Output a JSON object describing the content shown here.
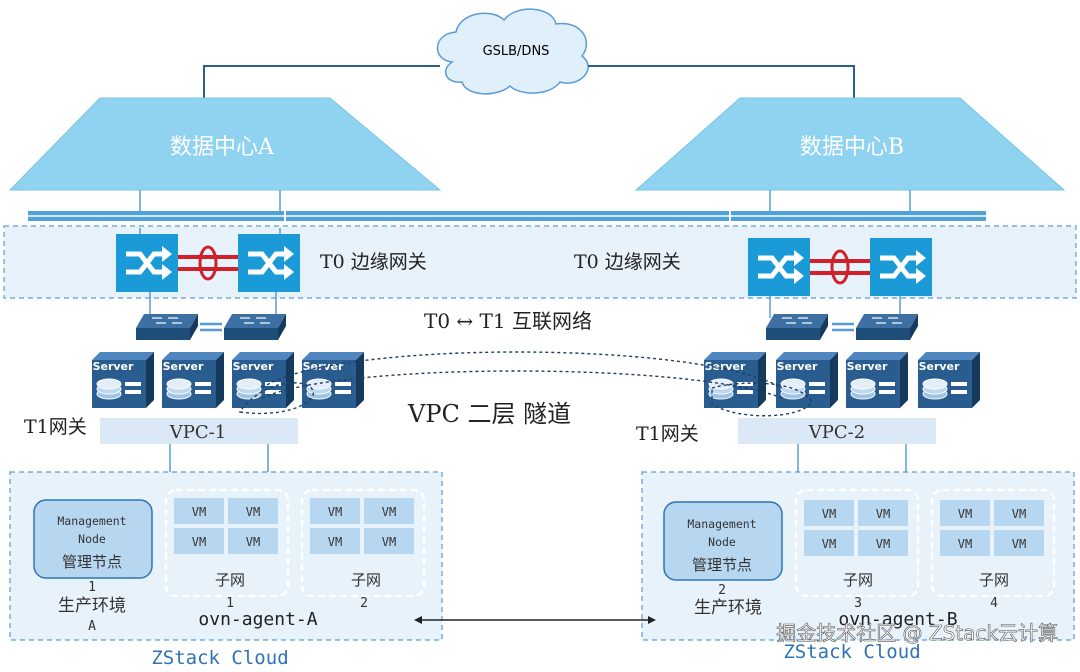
{
  "cloud_label": "GSLB/DNS",
  "dc_a": "数据中心A",
  "dc_b": "数据中心B",
  "t0_label_a": "T0 边缘网关",
  "t0_label_b": "T0 边缘网关",
  "interconnect_label": "T0 ↔ T1 互联网络",
  "tunnel_label": "VPC 二层 隧道",
  "server_label": "Server",
  "t1_label_a": "T1网关",
  "t1_label_b": "T1网关",
  "vpc_a": "VPC-1",
  "vpc_b": "VPC-2",
  "vm_label": "VM",
  "mgmt_a": {
    "line1": "Management",
    "line2": "Node",
    "line3": "管理节点"
  },
  "mgmt_b": {
    "line1": "Management",
    "line2": "Node",
    "line3": "管理节点"
  },
  "subnet_label": "子网",
  "env_label": "生产环境",
  "num_1": "1",
  "num_2": "2",
  "num_3": "3",
  "num_4": "4",
  "env_a_suffix": "A",
  "agent_a": "ovn-agent-A",
  "agent_b": "ovn-agent-B",
  "cloud_a": "ZStack Cloud",
  "cloud_b": "ZStack Cloud",
  "watermark": "掘金技术社区 @ ZStack云计算",
  "colors": {
    "trapezoid": "#8fd3f1",
    "switch": "#1a9ad6",
    "band": "#e8f2fb",
    "band_border": "#5b9bd5",
    "vpc_bar": "#dbe8f6",
    "vm_box": "#b7d6f0",
    "line": "#5b9bd5",
    "red": "#d0202a",
    "l3switch": "#1f4e79"
  }
}
